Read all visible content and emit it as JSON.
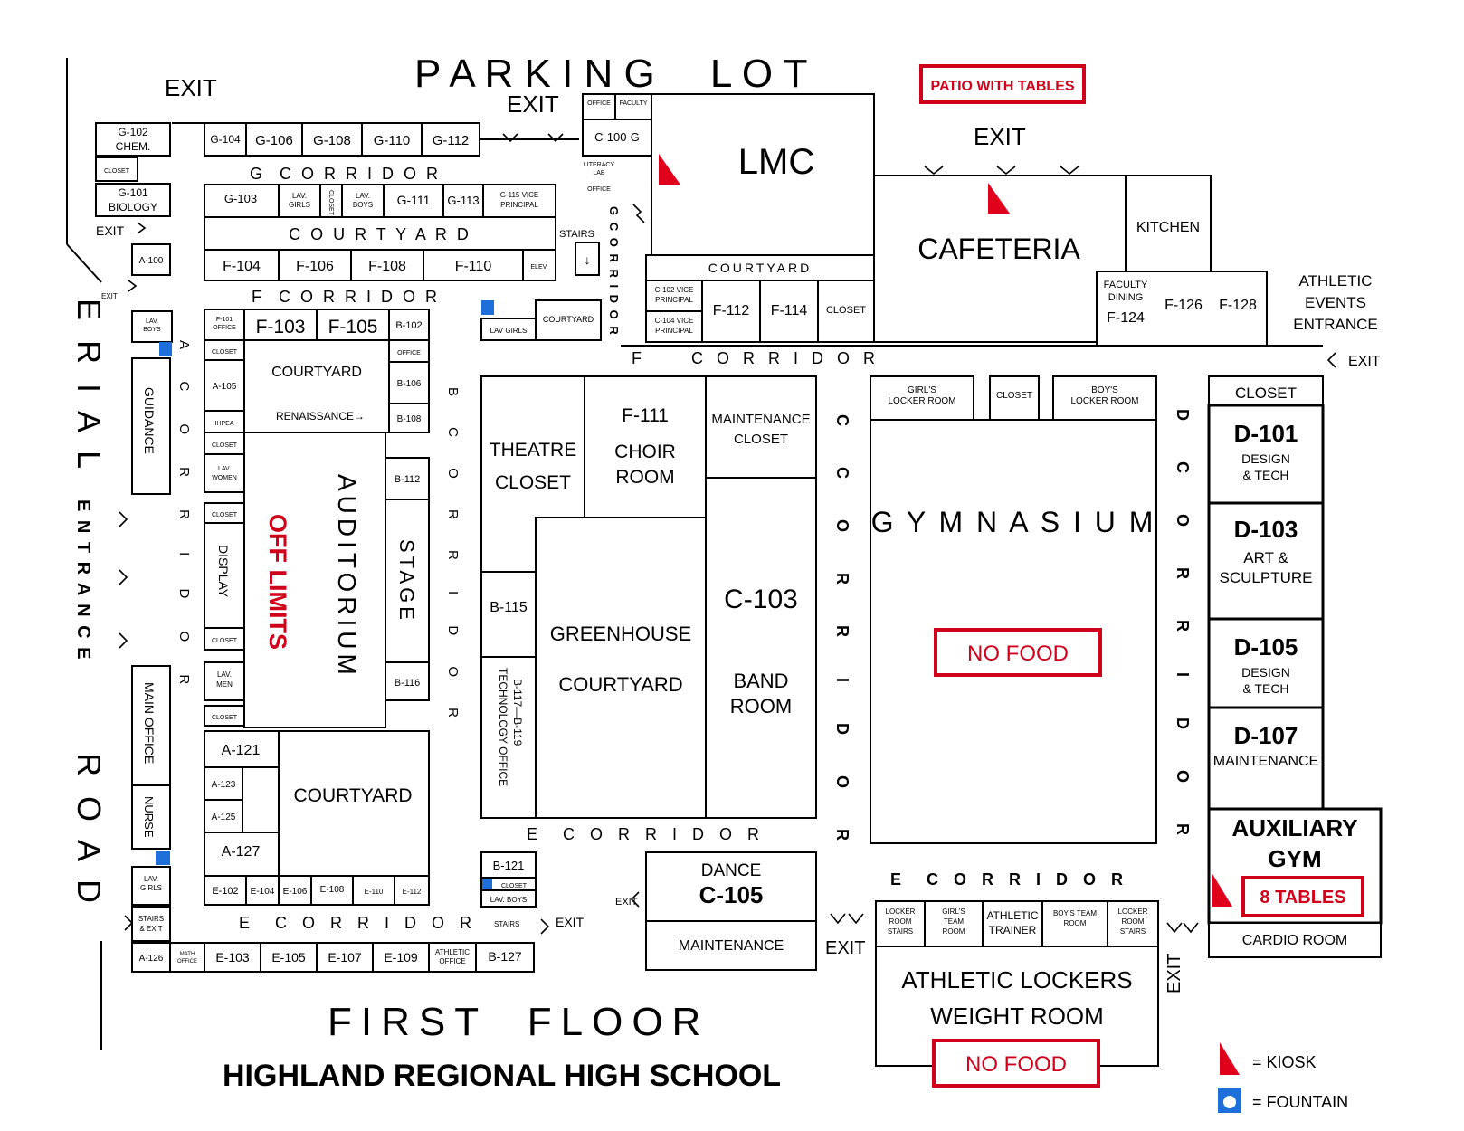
{
  "header": {
    "parking_lot": "P A R K I N G     L O T",
    "patio": "PATIO WITH TABLES"
  },
  "footer": {
    "floor": "FIRST  FLOOR",
    "school": "HIGHLAND REGIONAL HIGH SCHOOL"
  },
  "roads": {
    "erial": "E R I A L",
    "entrance": "E N T R A N C E",
    "road": "R O A D"
  },
  "legend": {
    "kiosk": "= KIOSK",
    "fountain": "= FOUNTAIN"
  },
  "colors": {
    "accent_red": "#d0021b",
    "fountain_blue": "#1e6fd9"
  },
  "rooms": {
    "g102": [
      "G-102",
      "CHEM."
    ],
    "g101": [
      "G-101",
      "BIOLOGY"
    ],
    "closet_g": "CLOSET",
    "g104": "G-104",
    "g106": "G-106",
    "g108": "G-108",
    "g110": "G-110",
    "g112": "G-112",
    "g103": "G-103",
    "lav_girls_g": [
      "LAV.",
      "GIRLS"
    ],
    "closet_g2": "CLOSET",
    "lav_boys_g": [
      "LAV.",
      "BOYS"
    ],
    "g111": "G-111",
    "g113": "G-113",
    "g115": [
      "G-115  VICE",
      "PRINCIPAL"
    ],
    "office1": "OFFICE",
    "faculty": "FACULTY",
    "c100g": "C-100-G",
    "literacy": [
      "LITERACY",
      "LAB"
    ],
    "office2": "OFFICE",
    "lmc": "LMC",
    "cafeteria": "CAFETERIA",
    "kitchen": "KITCHEN",
    "courtyard_g": "C O U R T Y A R D",
    "stairs_g": "STAIRS",
    "f104": "F-104",
    "f106": "F-106",
    "f108": "F-108",
    "f110": "F-110",
    "elev": "ELEV.",
    "a100": "A-100",
    "courtyard_c": "COURTYARD",
    "c102": [
      "C-102 VICE",
      "PRINCIPAL"
    ],
    "c104": [
      "C-104 VICE",
      "PRINCIPAL"
    ],
    "f112": "F-112",
    "f114": "F-114",
    "closet_f": "CLOSET",
    "faculty_dining": [
      "FACULTY",
      "DINING",
      "F-124"
    ],
    "f126": "F-126",
    "f128": "F-128",
    "athletic_events": [
      "ATHLETIC",
      "EVENTS",
      "ENTRANCE"
    ],
    "lav_boys_a": [
      "LAV.",
      "BOYS"
    ],
    "f101": [
      "F-101",
      "OFFICE"
    ],
    "f103": "F-103",
    "f105": "F-105",
    "b102": "B-102",
    "lav_girls_b": "LAV GIRLS",
    "courtyard_b": "COURTYARD",
    "closet_a1": "CLOSET",
    "a105": "A-105",
    "courtyard_r": "COURTYARD",
    "renaissance": "RENAISSANCE→",
    "office_b": "OFFICE",
    "b106": "B-106",
    "b108": "B-108",
    "ihpea": "IHPEA",
    "guidance": "GUIDANCE",
    "closet_a2": "CLOSET",
    "lav_women": [
      "LAV.",
      "WOMEN"
    ],
    "closet_a3": "CLOSET",
    "display": "DISPLAY",
    "off_limits": "OFF LIMITS",
    "auditorium": "AUDITORIUM",
    "b112": "B-112",
    "stage": "STAGE",
    "closet_a4": "CLOSET",
    "lav_men": [
      "LAV.",
      "MEN"
    ],
    "closet_a5": "CLOSET",
    "b116": "B-116",
    "theatre_closet": [
      "THEATRE",
      "CLOSET"
    ],
    "f111": [
      "F-111",
      "CHOIR",
      "ROOM"
    ],
    "maint_closet": [
      "MAINTENANCE",
      "CLOSET"
    ],
    "b115": "B-115",
    "greenhouse": [
      "GREENHOUSE",
      "COURTYARD"
    ],
    "c103": "C-103",
    "band": [
      "BAND",
      "ROOM"
    ],
    "tech_office": [
      "B-117—B-119",
      "TECHNOLOGY OFFICE"
    ],
    "girls_locker": [
      "GIRL'S",
      "LOCKER ROOM"
    ],
    "closet_gym": "CLOSET",
    "boys_locker": [
      "BOY'S",
      "LOCKER ROOM"
    ],
    "gymnasium": "G Y M N A S I U M",
    "no_food_gym": "NO FOOD",
    "closet_d": "CLOSET",
    "d101": [
      "D-101",
      "DESIGN",
      "& TECH"
    ],
    "d103": [
      "D-103",
      "ART &",
      "SCULPTURE"
    ],
    "d105": [
      "D-105",
      "DESIGN",
      "& TECH"
    ],
    "d107": [
      "D-107",
      "MAINTENANCE"
    ],
    "aux_gym": [
      "AUXILIARY",
      "GYM"
    ],
    "tables8": "8 TABLES",
    "cardio": "CARDIO ROOM",
    "main_office": "MAIN OFFICE",
    "nurse": "NURSE",
    "a121": "A-121",
    "a123": "A-123",
    "a125": "A-125",
    "a127": "A-127",
    "courtyard_e": "COURTYARD",
    "e102": "E-102",
    "e104": "E-104",
    "e106": "E-106",
    "e108": "E-108",
    "e110": "E-110",
    "e112": "E-112",
    "b121": "B-121",
    "closet_b": "CLOSET",
    "lav_boys_b": "LAV. BOYS",
    "stairs_b": "STAIRS",
    "dance": [
      "DANCE",
      "C-105"
    ],
    "maintenance_e": "MAINTENANCE",
    "lav_girls_a": [
      "LAV.",
      "GIRLS"
    ],
    "stairs_exit": [
      "STAIRS",
      "& EXIT"
    ],
    "a126": "A-126",
    "math_office": [
      "MATH",
      "OFFICE"
    ],
    "e103": "E-103",
    "e105": "E-105",
    "e107": "E-107",
    "e109": "E-109",
    "athletic_office": [
      "ATHLETIC",
      "OFFICE"
    ],
    "b127": "B-127",
    "locker_stairs_l": [
      "LOCKER",
      "ROOM",
      "STAIRS"
    ],
    "girls_team": [
      "GIRL'S",
      "TEAM",
      "ROOM"
    ],
    "athletic_trainer": [
      "ATHLETIC",
      "TRAINER"
    ],
    "boys_team": [
      "BOY'S TEAM",
      "ROOM"
    ],
    "locker_stairs_r": [
      "LOCKER",
      "ROOM",
      "STAIRS"
    ],
    "athletic_lockers": [
      "ATHLETIC LOCKERS",
      "WEIGHT ROOM"
    ],
    "no_food_weight": "NO FOOD"
  },
  "corridors": {
    "g": "G  C O R R I D O R",
    "f_left": "F  C O R R I D O R",
    "f_main": "F     C O R R I D O R",
    "g_vert": "G C O R R I D O R",
    "a_vert": "A C O R R I D O R",
    "b_vert": "B C O R R I D O R",
    "c_vert": "C C O R R I D O R",
    "d_vert": "D C O R R I D O R",
    "e_mid": "E  C O R R I D O R",
    "e_low": "E  C O R R I D O R",
    "e_right": "E  C O R R I D O R"
  },
  "exits": {
    "label": "EXIT"
  }
}
